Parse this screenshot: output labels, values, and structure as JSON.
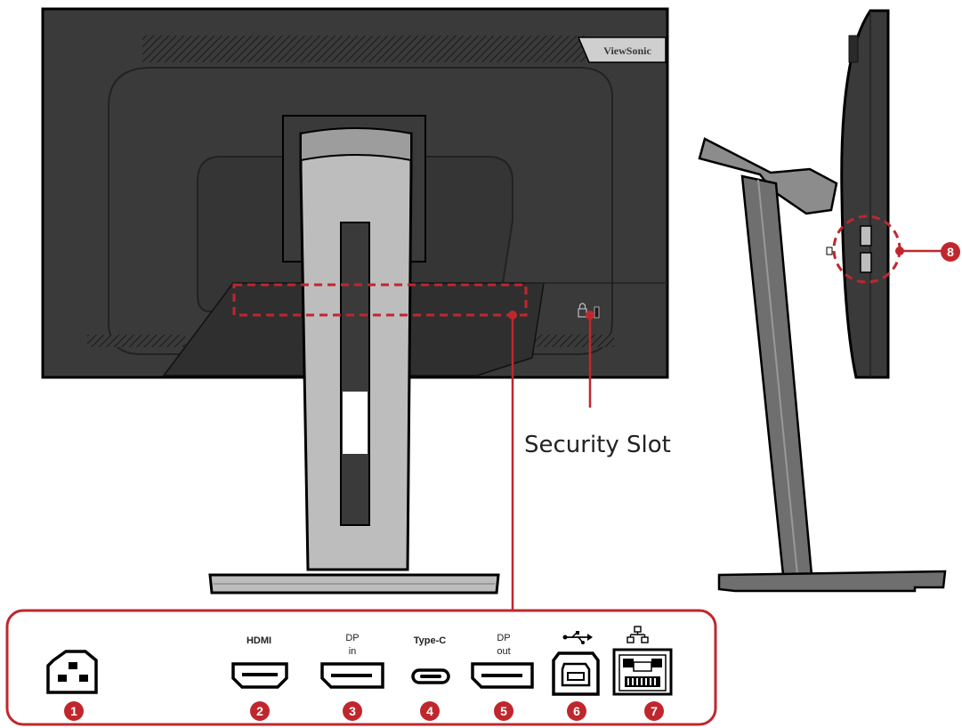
{
  "brand": "ViewSonic",
  "security_slot_label": "Security Slot",
  "ports": [
    {
      "number": "1",
      "label_top": "",
      "label_bottom": "",
      "icon": "power-socket-icon"
    },
    {
      "number": "2",
      "label_top": "HDMI",
      "label_bottom": "",
      "icon": "hdmi-port-icon"
    },
    {
      "number": "3",
      "label_top": "DP",
      "label_bottom": "in",
      "icon": "displayport-in-icon"
    },
    {
      "number": "4",
      "label_top": "Type-C",
      "label_bottom": "",
      "icon": "usb-type-c-port-icon"
    },
    {
      "number": "5",
      "label_top": "DP",
      "label_bottom": "out",
      "icon": "displayport-out-icon"
    },
    {
      "number": "6",
      "label_top": "",
      "label_bottom": "",
      "icon": "usb-type-b-port-icon"
    },
    {
      "number": "7",
      "label_top": "",
      "label_bottom": "",
      "icon": "ethernet-port-icon"
    }
  ],
  "side_callout": {
    "number": "8"
  },
  "colors": {
    "accent": "#c0272d",
    "panel": "#3a3a3a",
    "stand": "#bdbdbd",
    "outline": "#000000"
  }
}
